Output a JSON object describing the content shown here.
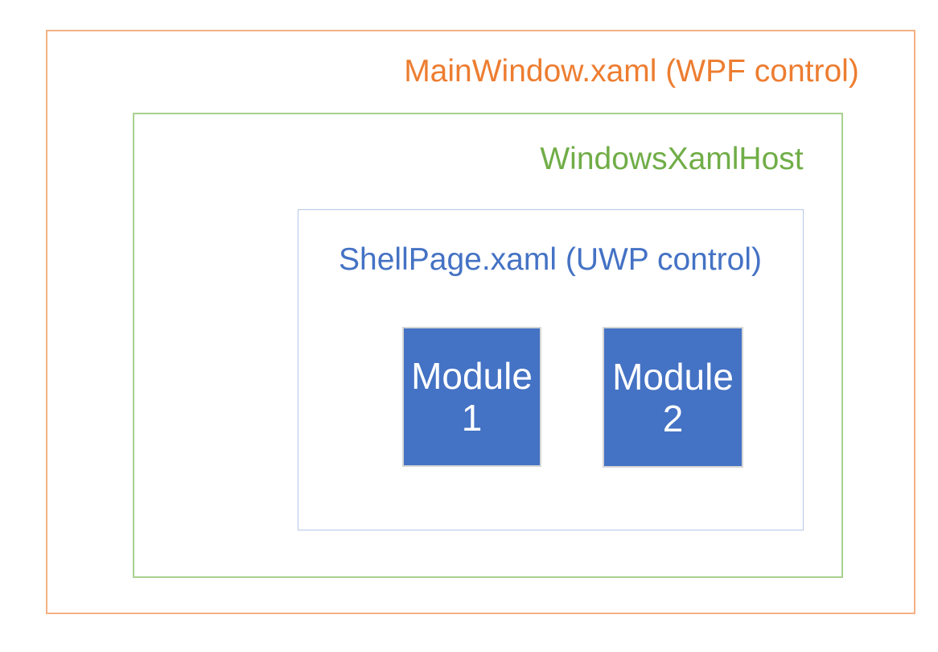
{
  "diagram": {
    "boxes": {
      "mainwindow": {
        "label": "MainWindow.xaml (WPF control)",
        "text_color": "#ED7D31",
        "border_color": "#F4B183"
      },
      "xamlhost": {
        "label": "WindowsXamlHost",
        "text_color": "#70AD47",
        "border_color": "#A9D18E"
      },
      "shellpage": {
        "label": "ShellPage.xaml (UWP control)",
        "text_color": "#4472C4",
        "border_color": "#B4C7E7"
      }
    },
    "modules": [
      {
        "label": "Module\n1",
        "fill_color": "#4472C4",
        "border_color": "#D6D6D6",
        "text_color": "#FFFFFF"
      },
      {
        "label": "Module\n2",
        "fill_color": "#4472C4",
        "border_color": "#D6D6D6",
        "text_color": "#FFFFFF"
      }
    ],
    "background_color": "#FFFFFF"
  }
}
